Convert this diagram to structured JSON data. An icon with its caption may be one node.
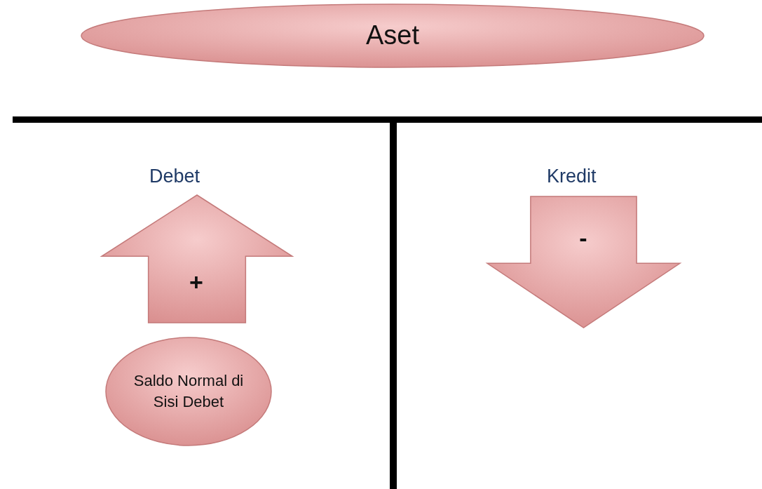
{
  "diagram": {
    "nodes": [
      {
        "text": [
          "Aset"
        ]
      },
      {
        "text": [
          "+"
        ]
      },
      {
        "text": [
          "-"
        ]
      },
      {
        "text": [
          "Saldo Normal di Sisi Debet"
        ]
      }
    ],
    "labels": [
      "Debet",
      "Kredit"
    ]
  }
}
